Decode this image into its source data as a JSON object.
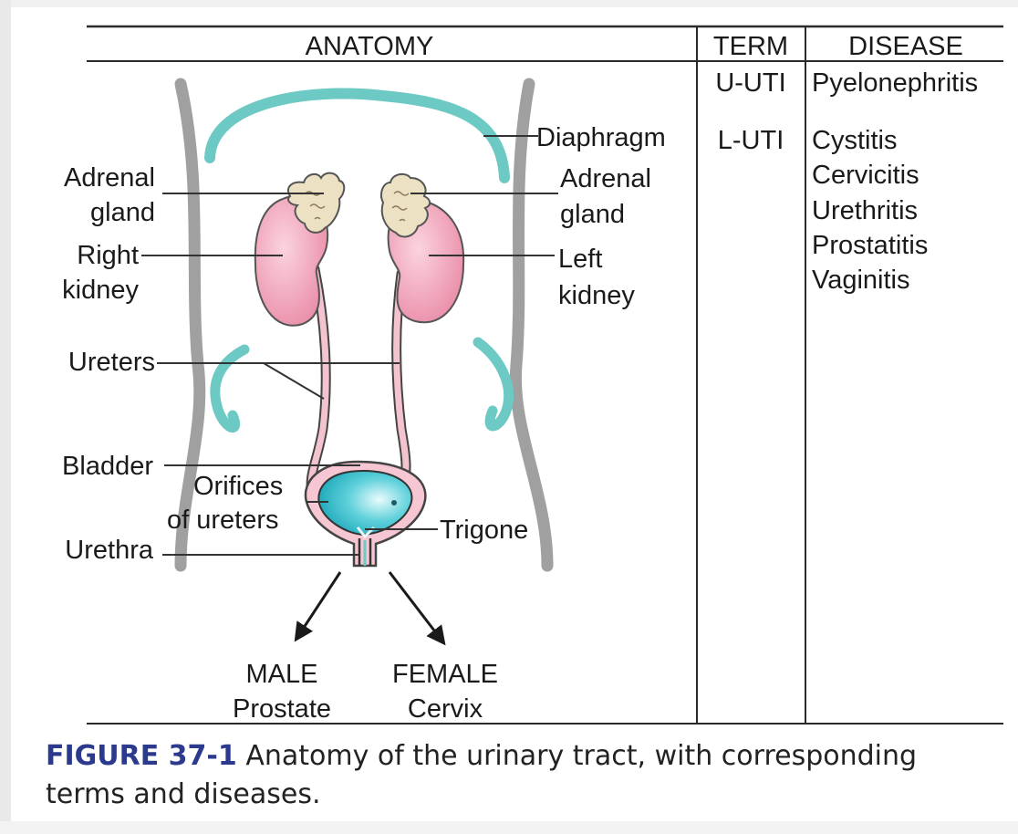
{
  "table": {
    "headers": {
      "anatomy": "ANATOMY",
      "term": "TERM",
      "disease": "DISEASE"
    },
    "rows": [
      {
        "term": "U-UTI",
        "diseases": [
          "Pyelonephritis"
        ]
      },
      {
        "term": "L-UTI",
        "diseases": [
          "Cystitis",
          "Cervicitis",
          "Urethritis",
          "Prostatitis",
          "Vaginitis"
        ]
      }
    ]
  },
  "labels": {
    "diaphragm": "Diaphragm",
    "adrenal_left_1": "Adrenal",
    "adrenal_left_2": "gland",
    "adrenal_right_1": "Adrenal",
    "adrenal_right_2": "gland",
    "right_kidney_1": "Right",
    "right_kidney_2": "kidney",
    "left_kidney_1": "Left",
    "left_kidney_2": "kidney",
    "ureters": "Ureters",
    "bladder": "Bladder",
    "orifices_1": "Orifices",
    "orifices_2": "of ureters",
    "trigone": "Trigone",
    "urethra": "Urethra",
    "male_1": "MALE",
    "male_2": "Prostate",
    "female_1": "FEMALE",
    "female_2": "Cervix"
  },
  "caption": {
    "label": "FIGURE 37-1",
    "text": "Anatomy of the urinary tract, with corresponding terms and diseases."
  },
  "colors": {
    "diaphragm_teal": "#6cc9c4",
    "body_outline_gray": "#9e9e9e",
    "kidney_pink": "#ee9fb4",
    "bladder_cyan": "#27b9c7",
    "adrenal_tan": "#e9dcbf",
    "caption_label_blue": "#2b3a8c"
  }
}
